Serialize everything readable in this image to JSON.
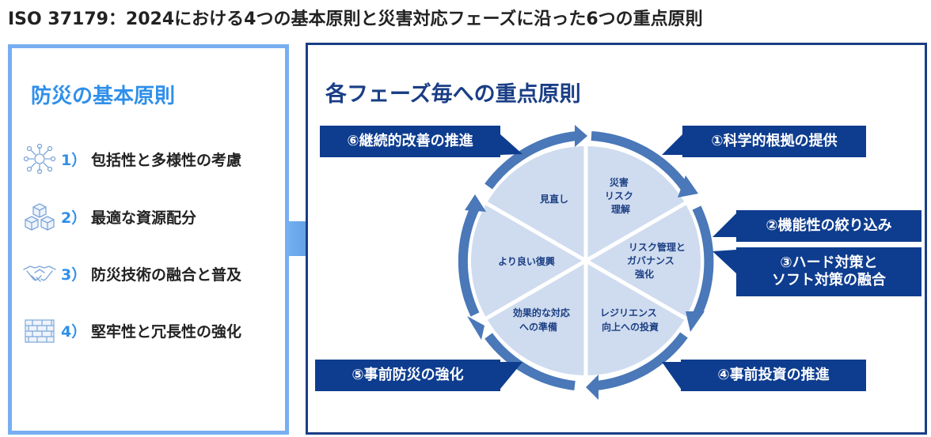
{
  "title": "ISO 37179：2024における4つの基本原則と災害対応フェーズに沿った6つの重点原則",
  "left": {
    "heading": "防災の基本原則",
    "principles": [
      {
        "num": "1）",
        "text": "包括性と多様性の考慮",
        "icon": "people-circle-icon"
      },
      {
        "num": "2）",
        "text": "最適な資源配分",
        "icon": "stacked-cubes-icon"
      },
      {
        "num": "3）",
        "text": "防災技術の融合と普及",
        "icon": "handshake-icon"
      },
      {
        "num": "4）",
        "text": "堅牢性と冗長性の強化",
        "icon": "brick-wall-icon"
      }
    ]
  },
  "right": {
    "heading": "各フェーズ毎への重点原則",
    "callouts": [
      "⑥継続的改善の推進",
      "①科学的根拠の提供",
      "②機能性の絞り込み",
      "③ハード対策と",
      "ソフト対策の融合",
      "④事前投資の推進",
      "⑤事前防災の強化"
    ],
    "segments": [
      [
        "災害",
        "リスク",
        "理解"
      ],
      [
        "リスク管理と",
        "ガバナンス",
        "強化"
      ],
      [
        "レジリエンス",
        "向上への投資"
      ],
      [
        "効果的な対応",
        "への準備"
      ],
      [
        "より良い復興"
      ],
      [
        "見直し"
      ]
    ]
  },
  "colors": {
    "light_blue": "#78aef1",
    "accent_blue": "#2f8fea",
    "navy": "#0e3d8f",
    "wheel_fill": "#cfdcef",
    "ring": "#4a78b8"
  }
}
